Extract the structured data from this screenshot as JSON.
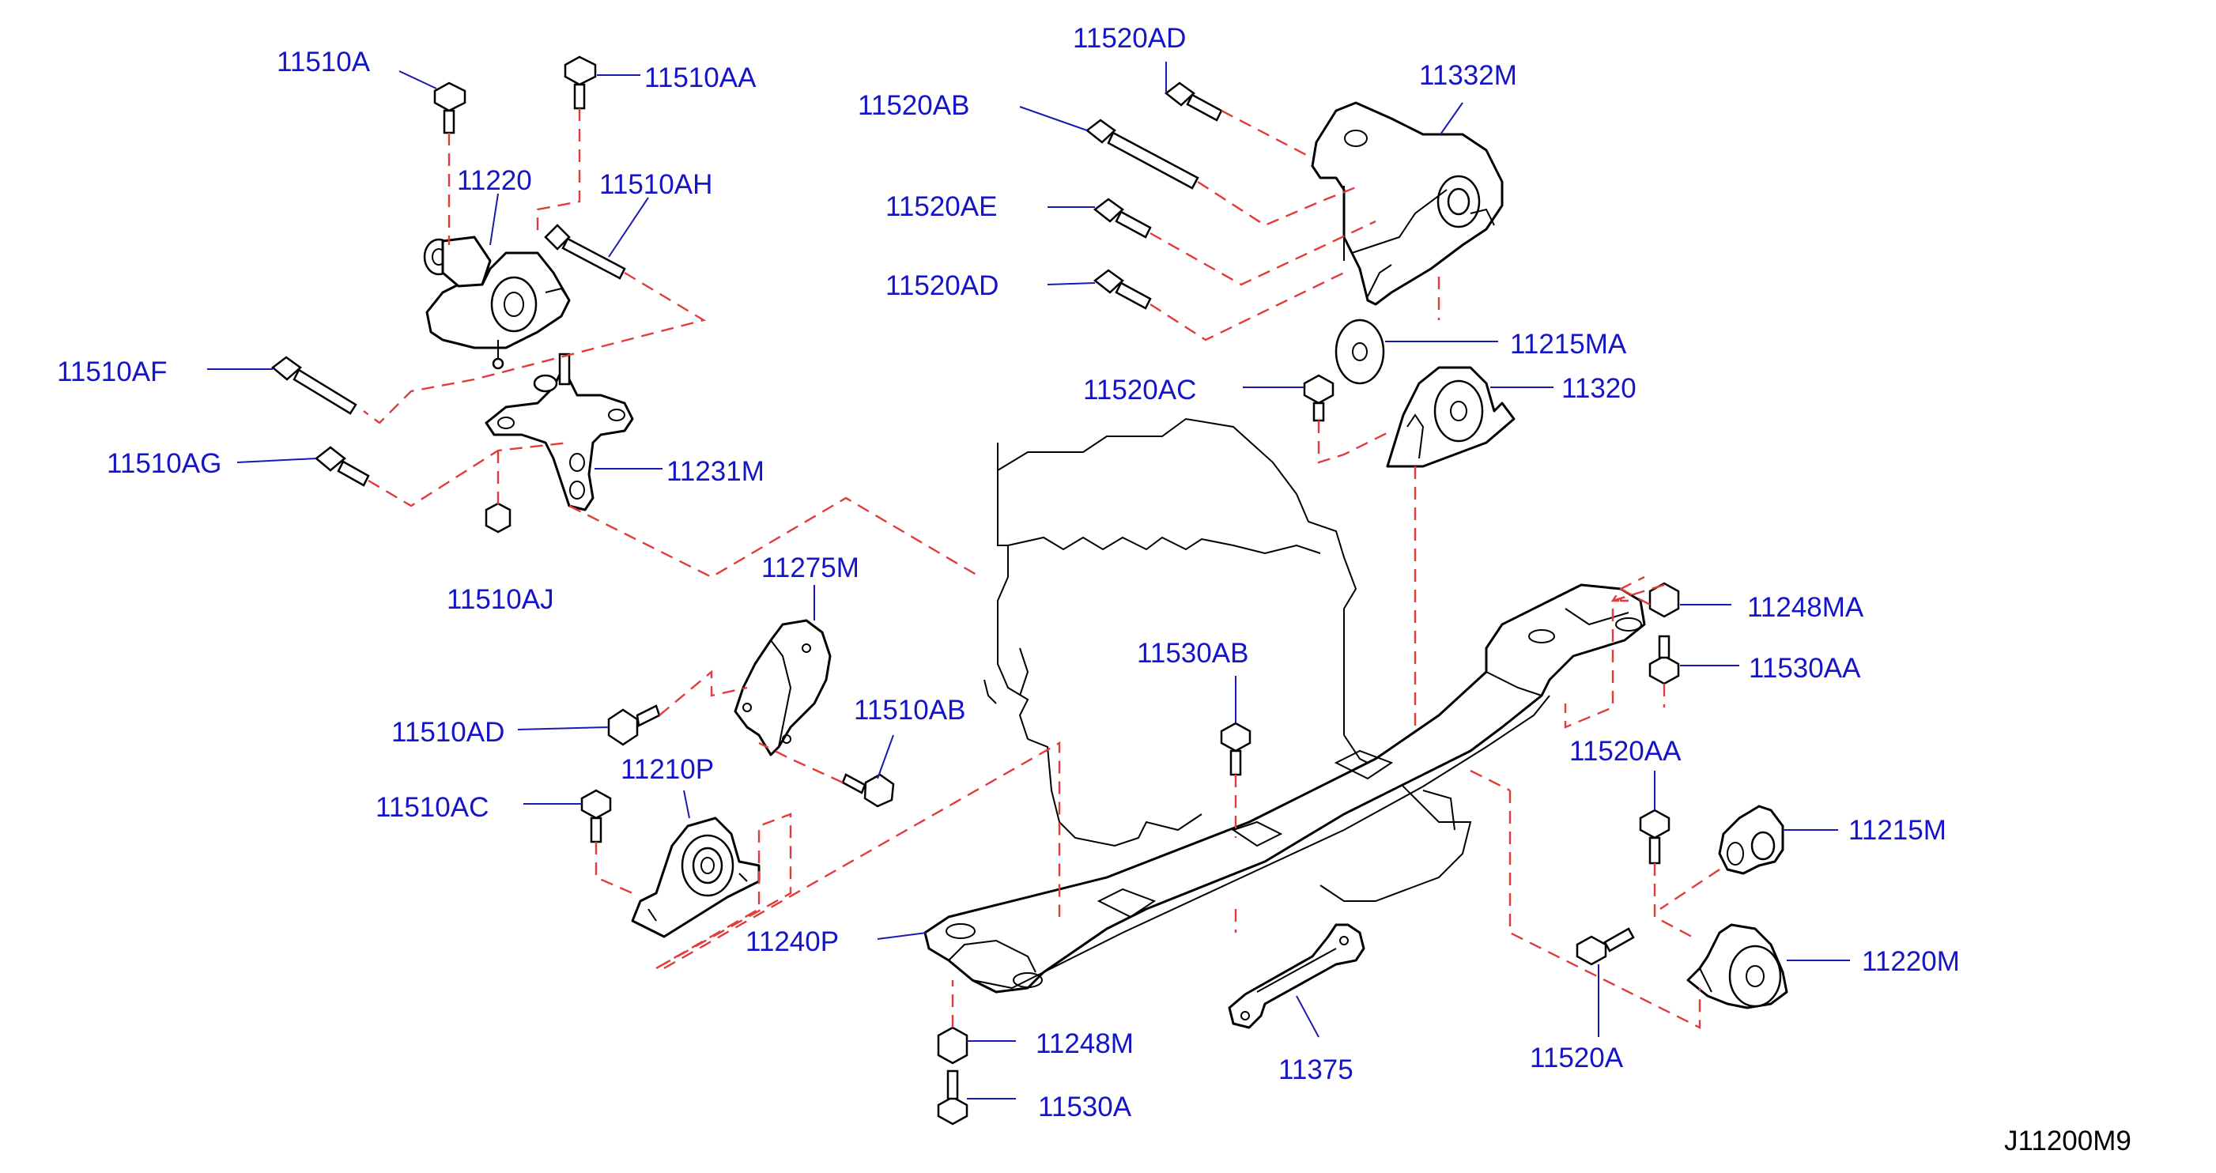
{
  "diagram": {
    "code": "J11200M9",
    "labels": [
      "11510A",
      "11510AA",
      "11220",
      "11510AH",
      "11510AF",
      "11510AG",
      "11231M",
      "11510AJ",
      "11275M",
      "11510AD",
      "11510AB",
      "11510AC",
      "11210P",
      "11240P",
      "11248M",
      "11530A",
      "11375",
      "11530AB",
      "11520AD",
      "11520AB",
      "11520AE",
      "11520AD",
      "11332M",
      "11215MA",
      "11320",
      "11520AC",
      "11248MA",
      "11530AA",
      "11520AA",
      "11215M",
      "11220M",
      "11520A"
    ]
  }
}
